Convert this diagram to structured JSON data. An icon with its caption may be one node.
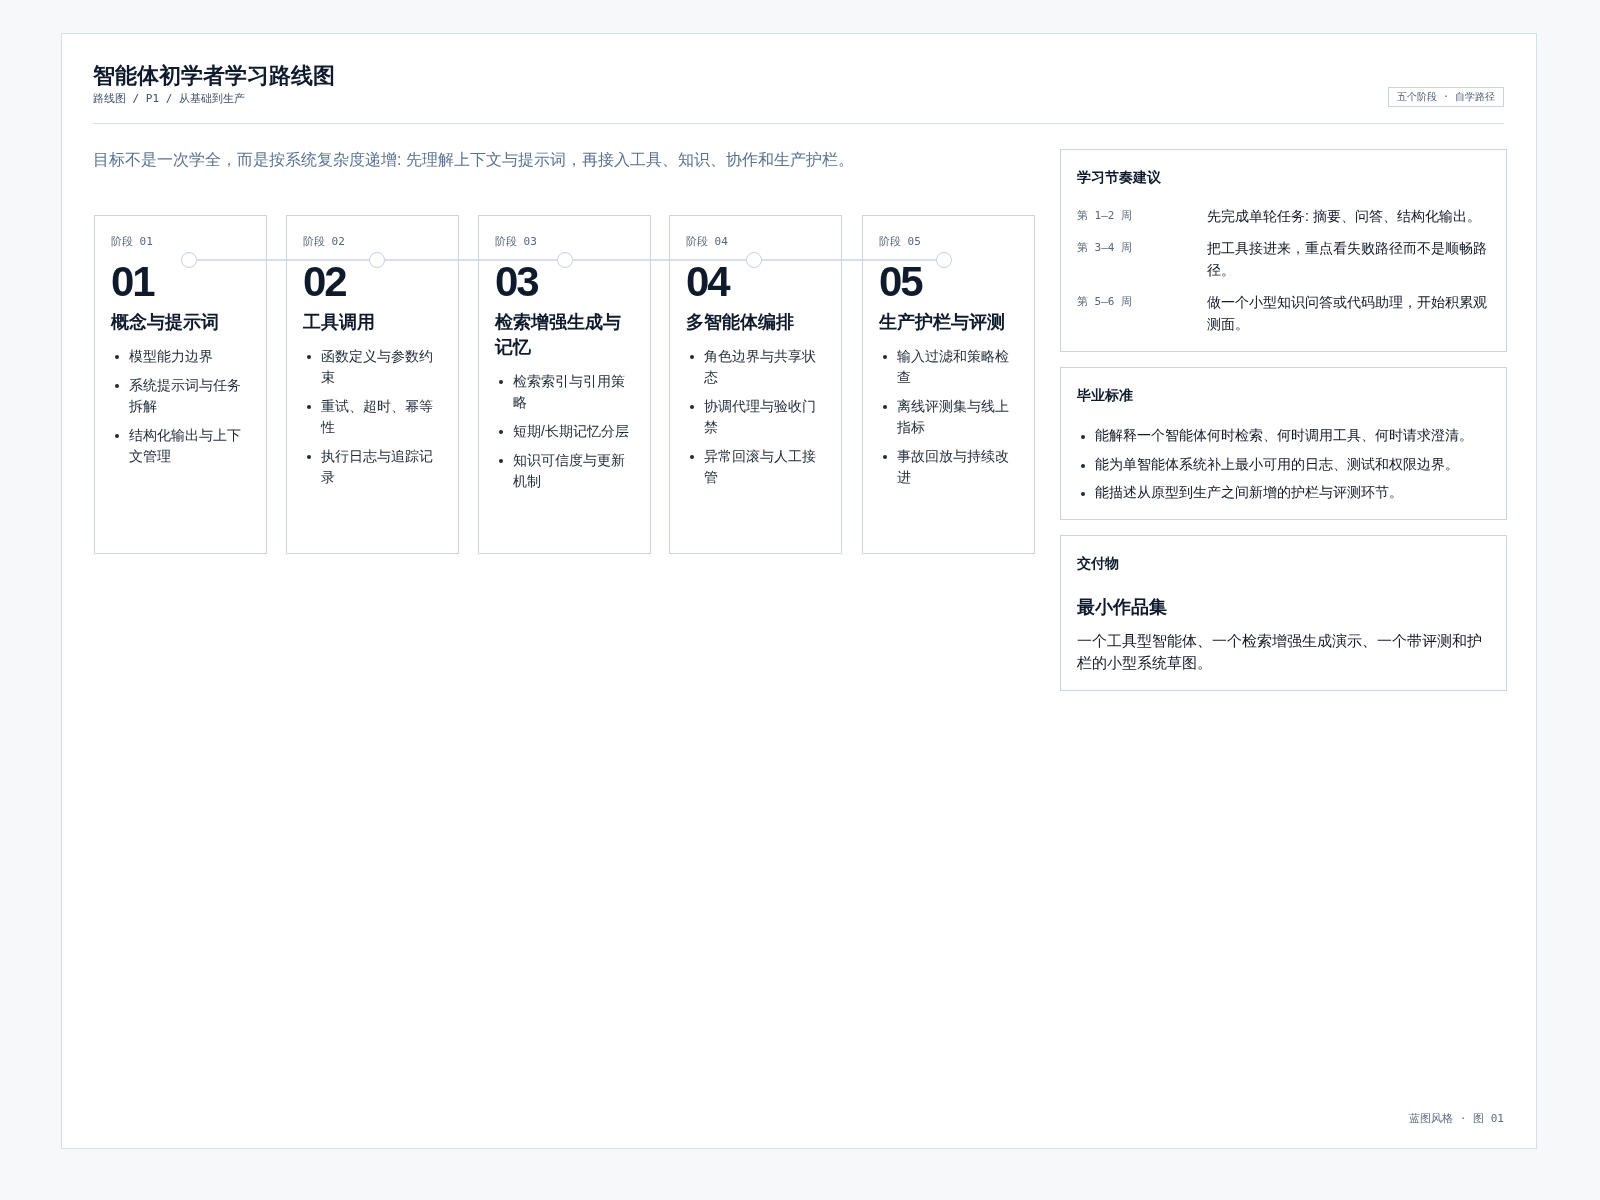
{
  "diagram": {
    "title": "智能体初学者学习路线图",
    "nodes": [
      {
        "text": [
          "阶段 01",
          "01",
          "概念与提示词",
          "模型能力边界",
          "系统提示词与任务拆解",
          "结构化输出与上下文管理"
        ]
      },
      {
        "text": [],
        "shape": "circle",
        "in": 0
      },
      {
        "text": [
          "阶段 02",
          "02",
          "工具调用",
          "函数定义与参数约束",
          "重试、超时、幂等性",
          "执行日志与追踪记录"
        ]
      },
      {
        "text": [],
        "shape": "circle",
        "in": 2
      },
      {
        "text": [
          "阶段 03",
          "03",
          "检索增强生成与记忆",
          "检索索引与引用策略",
          "短期/长期记忆分层",
          "知识可信度与更新机制"
        ]
      },
      {
        "text": [],
        "shape": "circle",
        "in": 4
      },
      {
        "text": [
          "阶段 04",
          "04",
          "多智能体编排",
          "角色边界与共享状态",
          "协调代理与验收门禁",
          "异常回滚与人工接管"
        ]
      },
      {
        "text": [],
        "shape": "circle",
        "in": 6
      },
      {
        "text": [
          "阶段 05",
          "05",
          "生产护栏与评测",
          "输入过滤和策略检查",
          "离线评测集与线上指标",
          "事故回放与持续改进"
        ]
      },
      {
        "text": [],
        "shape": "circle",
        "in": 8
      },
      {
        "text": [
          "学习节奏建议",
          "第 1–2 周",
          "先完成单轮任务: 摘要、问答、结构化输出。",
          "第 3–4 周",
          "把工具接进来，重点看失败路径而不是顺畅路径。",
          "第 5–6 周",
          "做一个小型知识问答或代码助理，开始积累观测面。"
        ]
      },
      {
        "text": [
          "毕业标准",
          "能解释一个智能体何时检索、何时调用工具、何时请求澄清。",
          "能为单智能体系统补上最小可用的日志、测试和权限边界。",
          "能描述从原型到生产之间新增的护栏与评测环节。"
        ]
      },
      {
        "text": [
          "交付物",
          "最小作品集",
          "一个工具型智能体、一个检索增强生成演示、一个带评测和护栏的小型系统草图。"
        ]
      }
    ],
    "edges": [
      {
        "from": 1,
        "to": 3,
        "arrow": "none"
      },
      {
        "from": 3,
        "to": 5,
        "arrow": "none"
      },
      {
        "from": 5,
        "to": 7,
        "arrow": "none"
      },
      {
        "from": 7,
        "to": 9,
        "arrow": "none"
      }
    ],
    "labels": [
      "路线图 / P1 / 从基础到生产",
      "五个阶段 · 自学路径",
      "目标不是一次学全，而是按系统复杂度递增: 先理解上下文与提示词，再接入工具、知识、协作和生产护栏。",
      "蓝图风格 · 图 01"
    ]
  }
}
